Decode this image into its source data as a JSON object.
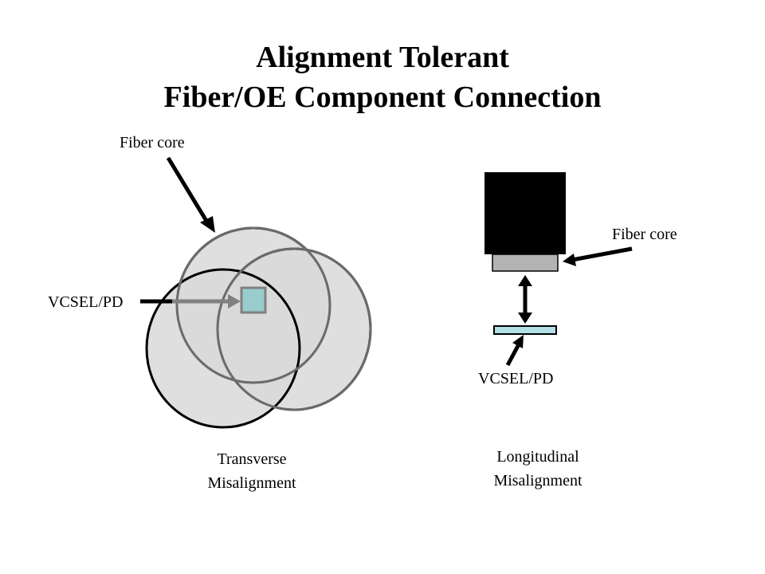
{
  "title": {
    "line1": "Alignment Tolerant",
    "line2": "Fiber/OE Component Connection"
  },
  "transverse": {
    "fiber_core_label": "Fiber core",
    "vcsel_label": "VCSEL/PD",
    "caption_line1": "Transverse",
    "caption_line2": "Misalignment"
  },
  "longitudinal": {
    "fiber_core_label": "Fiber core",
    "vcsel_label": "VCSEL/PD",
    "caption_line1": "Longitudinal",
    "caption_line2": "Misalignment"
  },
  "colors": {
    "circle_fill": "#d9d9d9",
    "circle_stroke_dark": "#000000",
    "circle_stroke_grey": "#6b6b6b",
    "vcsel_fill": "#99cccc",
    "fiber_body": "#000000",
    "fiber_tip": "#b3b3b3",
    "vcsel_chip": "#b3e0e6"
  }
}
